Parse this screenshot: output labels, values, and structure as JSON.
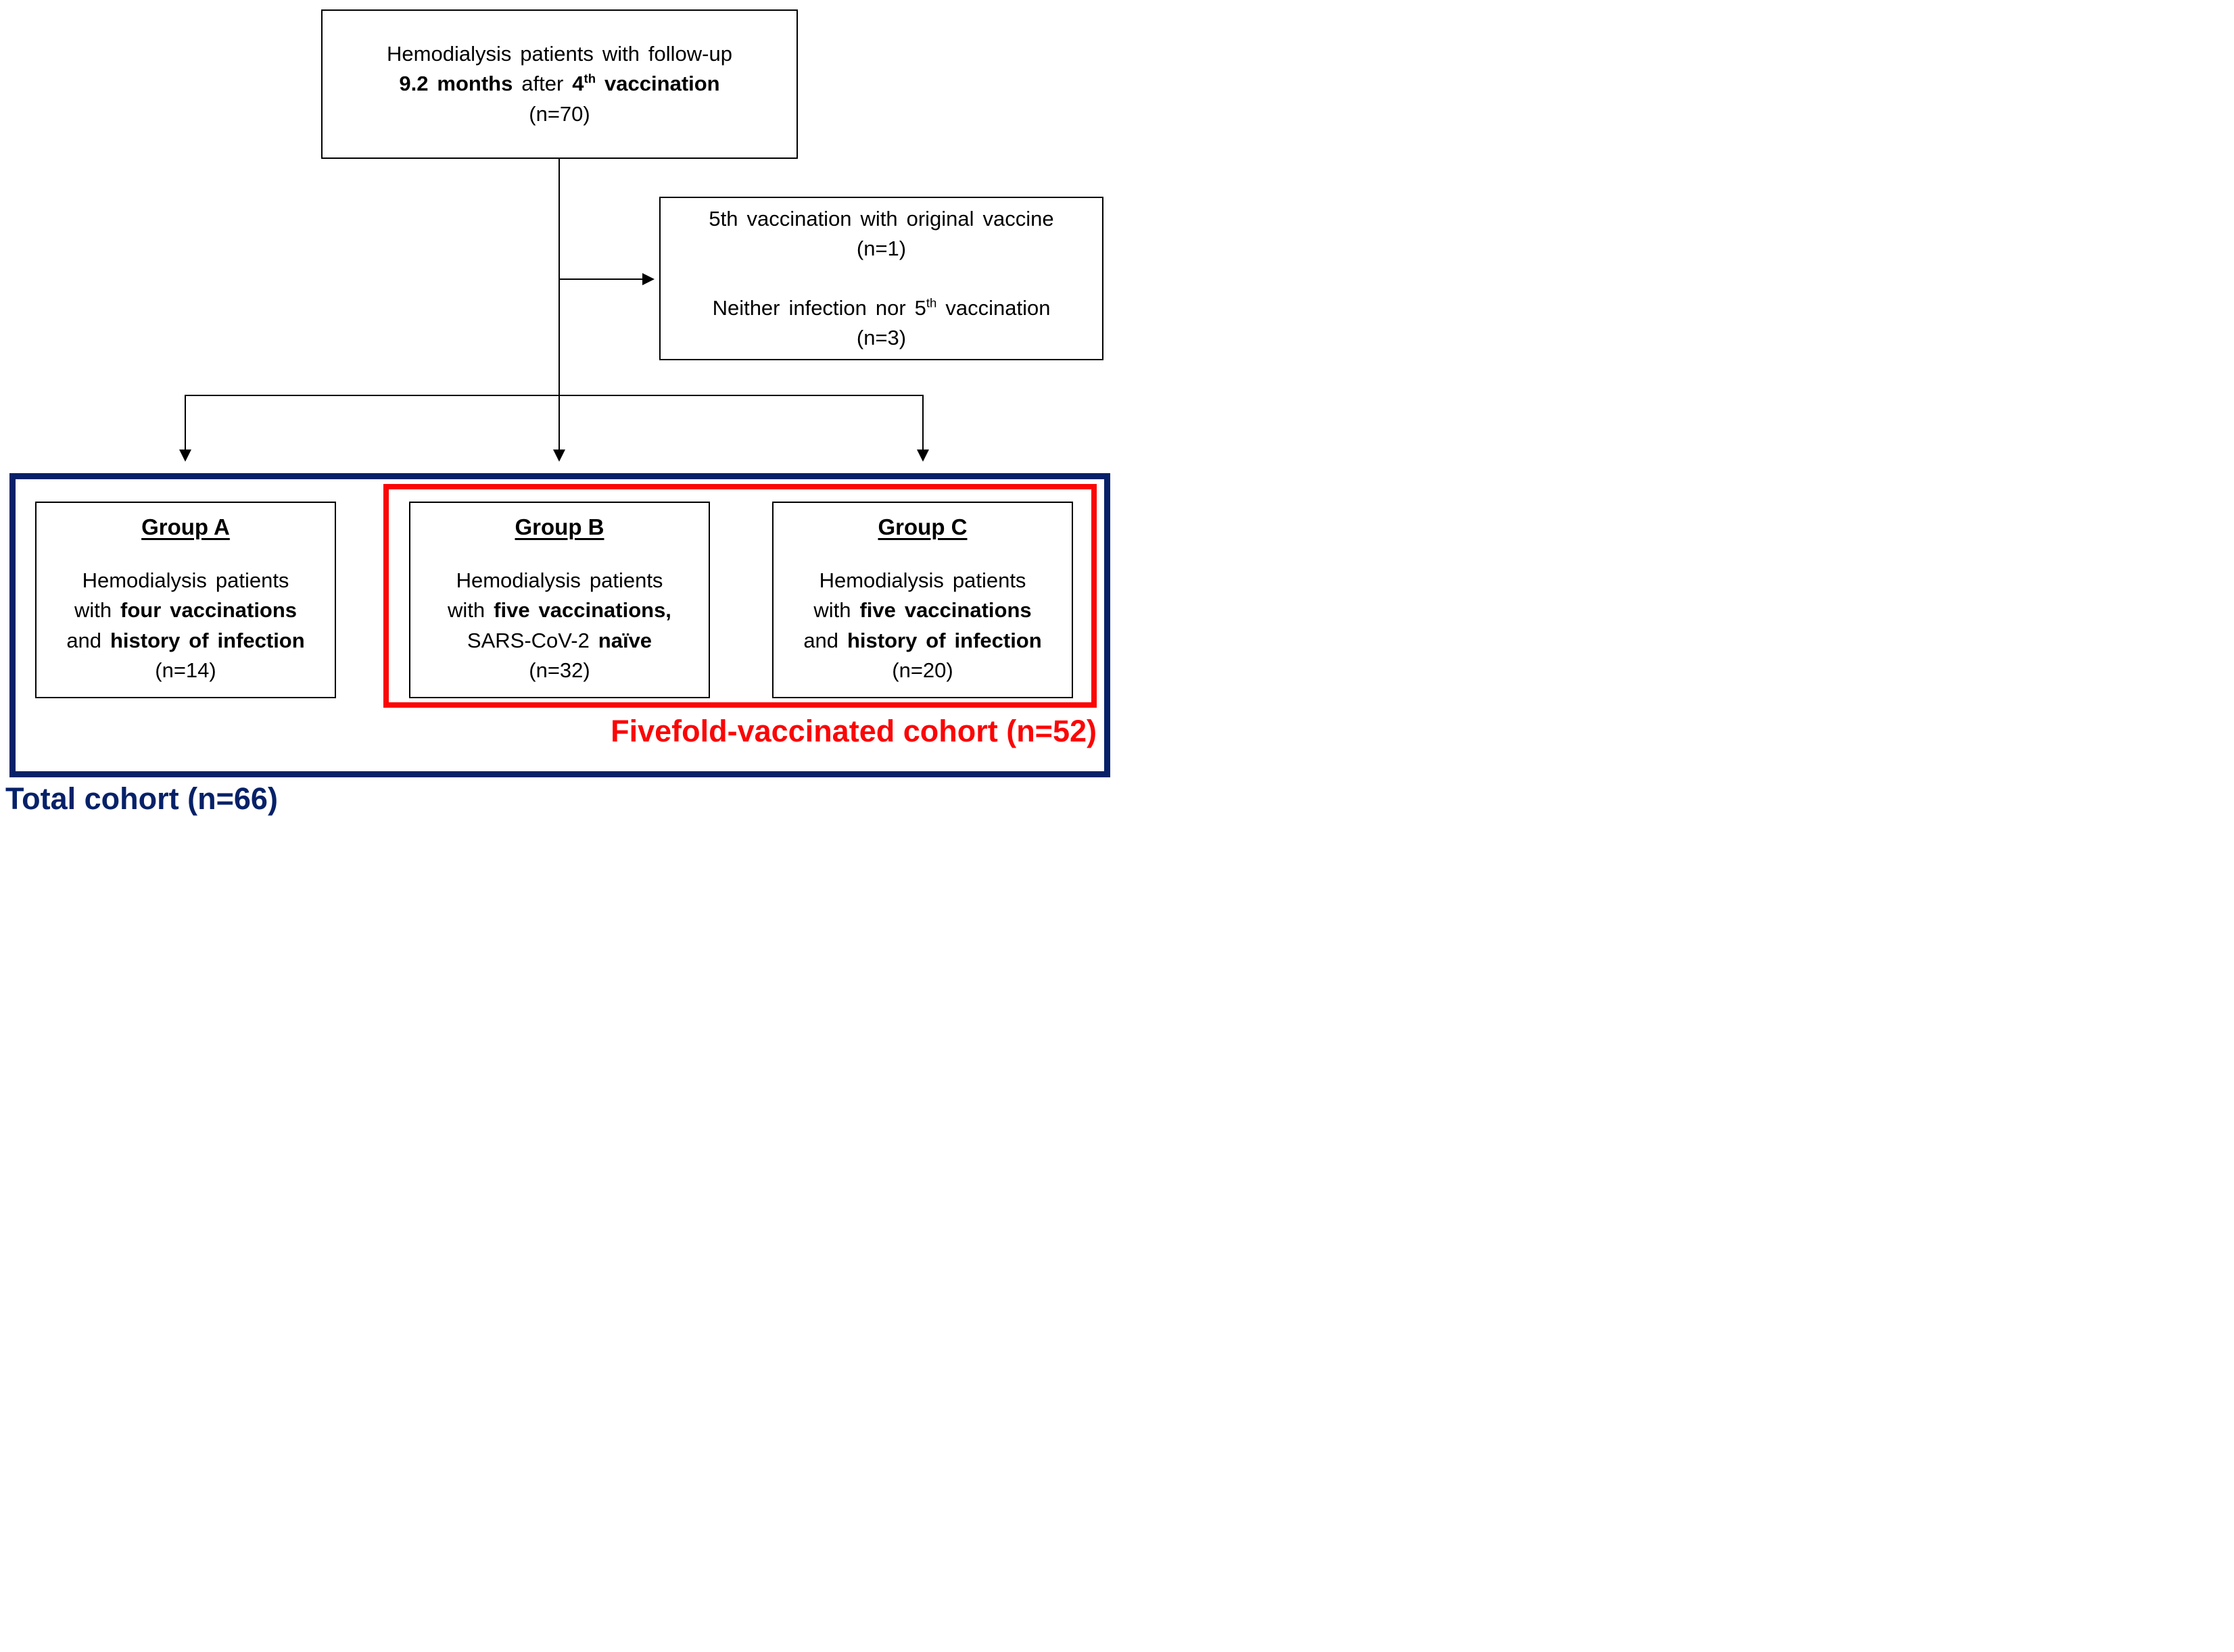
{
  "colors": {
    "navy": "#062168",
    "red": "#fb0505"
  },
  "top_box": {
    "lines": [
      [
        {
          "t": "Hemodialysis patients with follow-up"
        }
      ],
      [
        {
          "t": "9.2 months",
          "b": 1
        },
        {
          "t": " after "
        },
        {
          "t": "4",
          "b": 1
        },
        {
          "t": "th",
          "b": 1,
          "sup": 1
        },
        {
          "t": " vaccination",
          "b": 1
        }
      ],
      [
        {
          "t": "(n=70)"
        }
      ]
    ]
  },
  "exclusion_box": {
    "lines": [
      [
        {
          "t": "5th vaccination with original vaccine"
        }
      ],
      [
        {
          "t": "(n=1)"
        }
      ],
      [],
      [
        {
          "t": "Neither infection nor 5"
        },
        {
          "t": "th",
          "sup": 1
        },
        {
          "t": " vaccination"
        }
      ],
      [
        {
          "t": "(n=3)"
        }
      ]
    ]
  },
  "groups": [
    {
      "title": "Group A",
      "lines": [
        [
          {
            "t": "Hemodialysis patients"
          }
        ],
        [
          {
            "t": "with "
          },
          {
            "t": "four vaccinations",
            "b": 1
          }
        ],
        [
          {
            "t": "and "
          },
          {
            "t": "history of infection",
            "b": 1
          }
        ],
        [
          {
            "t": "(n=14)"
          }
        ]
      ]
    },
    {
      "title": "Group B",
      "lines": [
        [
          {
            "t": "Hemodialysis patients"
          }
        ],
        [
          {
            "t": "with "
          },
          {
            "t": "five vaccinations,",
            "b": 1
          }
        ],
        [
          {
            "t": "SARS-CoV-2 "
          },
          {
            "t": "naïve",
            "b": 1
          }
        ],
        [
          {
            "t": "(n=32)"
          }
        ]
      ]
    },
    {
      "title": "Group C",
      "lines": [
        [
          {
            "t": "Hemodialysis patients"
          }
        ],
        [
          {
            "t": "with "
          },
          {
            "t": "five vaccinations",
            "b": 1
          }
        ],
        [
          {
            "t": "and "
          },
          {
            "t": "history of infection",
            "b": 1
          }
        ],
        [
          {
            "t": "(n=20)"
          }
        ]
      ]
    }
  ],
  "fivefold_label": "Fivefold-vaccinated cohort (n=52)",
  "total_label": "Total cohort (n=66)"
}
